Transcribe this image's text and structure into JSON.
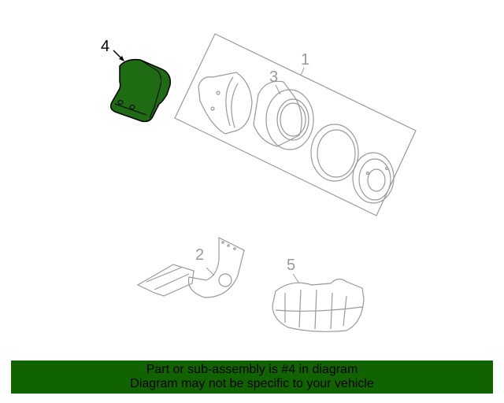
{
  "diagram": {
    "callouts": [
      {
        "id": "1",
        "label": "1"
      },
      {
        "id": "2",
        "label": "2"
      },
      {
        "id": "3",
        "label": "3"
      },
      {
        "id": "4",
        "label": "4"
      },
      {
        "id": "5",
        "label": "5"
      }
    ],
    "highlighted_part": "4",
    "colors": {
      "highlight_fill": "#1e6b14",
      "highlight_stroke": "#000000",
      "line_art": "#999999",
      "banner_bg": "#116300"
    }
  },
  "banner": {
    "line1": "Part or sub-assembly is #4 in diagram",
    "line2": "Diagram may not be specific to your vehicle"
  }
}
